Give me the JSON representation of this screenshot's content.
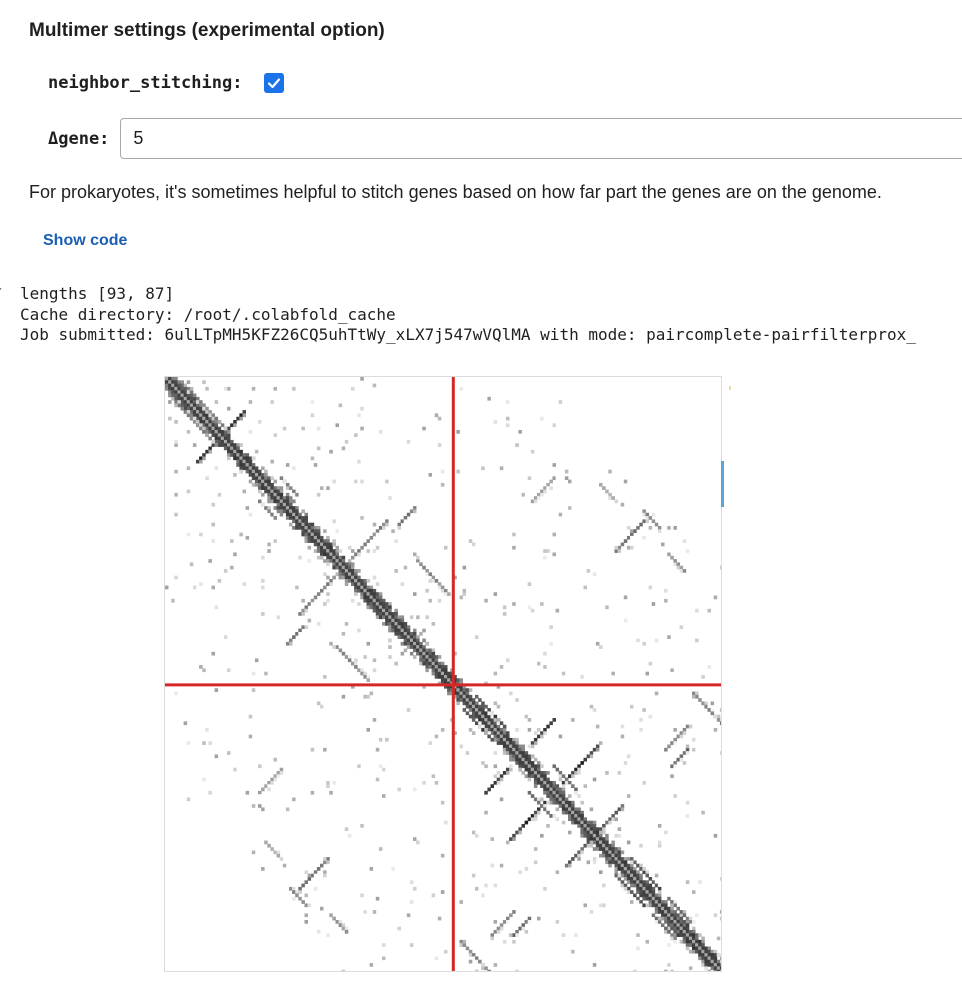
{
  "section": {
    "title": "Multimer settings (experimental option)"
  },
  "params": {
    "neighbor_stitching": {
      "label": "neighbor_stitching:",
      "checked": true
    },
    "dgene": {
      "label": "Δgene:",
      "value": "5"
    }
  },
  "description": "For prokaryotes, it's sometimes helpful to stitch genes based on how far part the genes are on the genome.",
  "show_code_label": "Show code",
  "output": {
    "lines": [
      "lengths [93, 87]",
      "Cache directory: /root/.colabfold_cache",
      "Job submitted: 6ulLTpMH5KFZ26CQ5uhTtWy_xLX7j547wVQlMA with mode: paircomplete-pairfilterprox_"
    ]
  },
  "plot": {
    "chain_lengths": [
      93,
      87
    ],
    "divider_color": "#d62728",
    "cmap": "Greys"
  },
  "colors": {
    "accent": "#1a73e8",
    "link": "#1a5fb4",
    "scrollbar": "#5ba3d9"
  }
}
